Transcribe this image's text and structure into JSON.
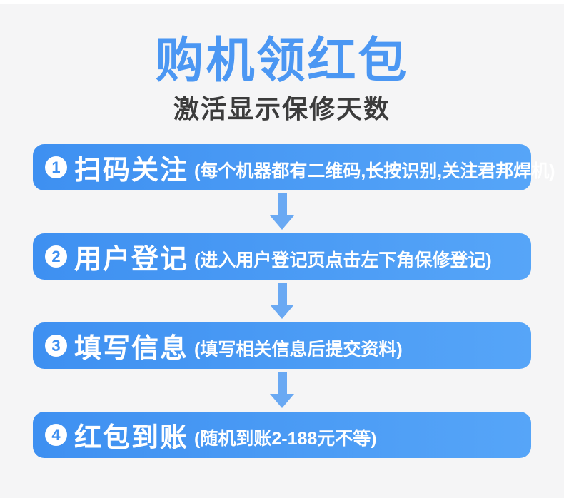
{
  "header": {
    "title": "购机领红包",
    "subtitle": "激活显示保修天数"
  },
  "steps": [
    {
      "number": "1",
      "label": "扫码关注",
      "note": "(每个机器都有二维码,长按识别,关注君邦焊机)"
    },
    {
      "number": "2",
      "label": "用户登记",
      "note": "(进入用户登记页点击左下角保修登记)"
    },
    {
      "number": "3",
      "label": "填写信息",
      "note": "(填写相关信息后提交资料)"
    },
    {
      "number": "4",
      "label": "红包到账",
      "note": "(随机到账2-188元不等)"
    }
  ],
  "colors": {
    "title_blue": "#4b97f3",
    "subtitle_gray": "#3c3c3c",
    "bar_gradient_start": "#3e90f1",
    "bar_gradient_end": "#56a5f8",
    "arrow_blue": "#6aa9f3",
    "background": "#f5f5f6",
    "badge_background": "#ffffff",
    "badge_number_blue": "#3e90f1"
  }
}
